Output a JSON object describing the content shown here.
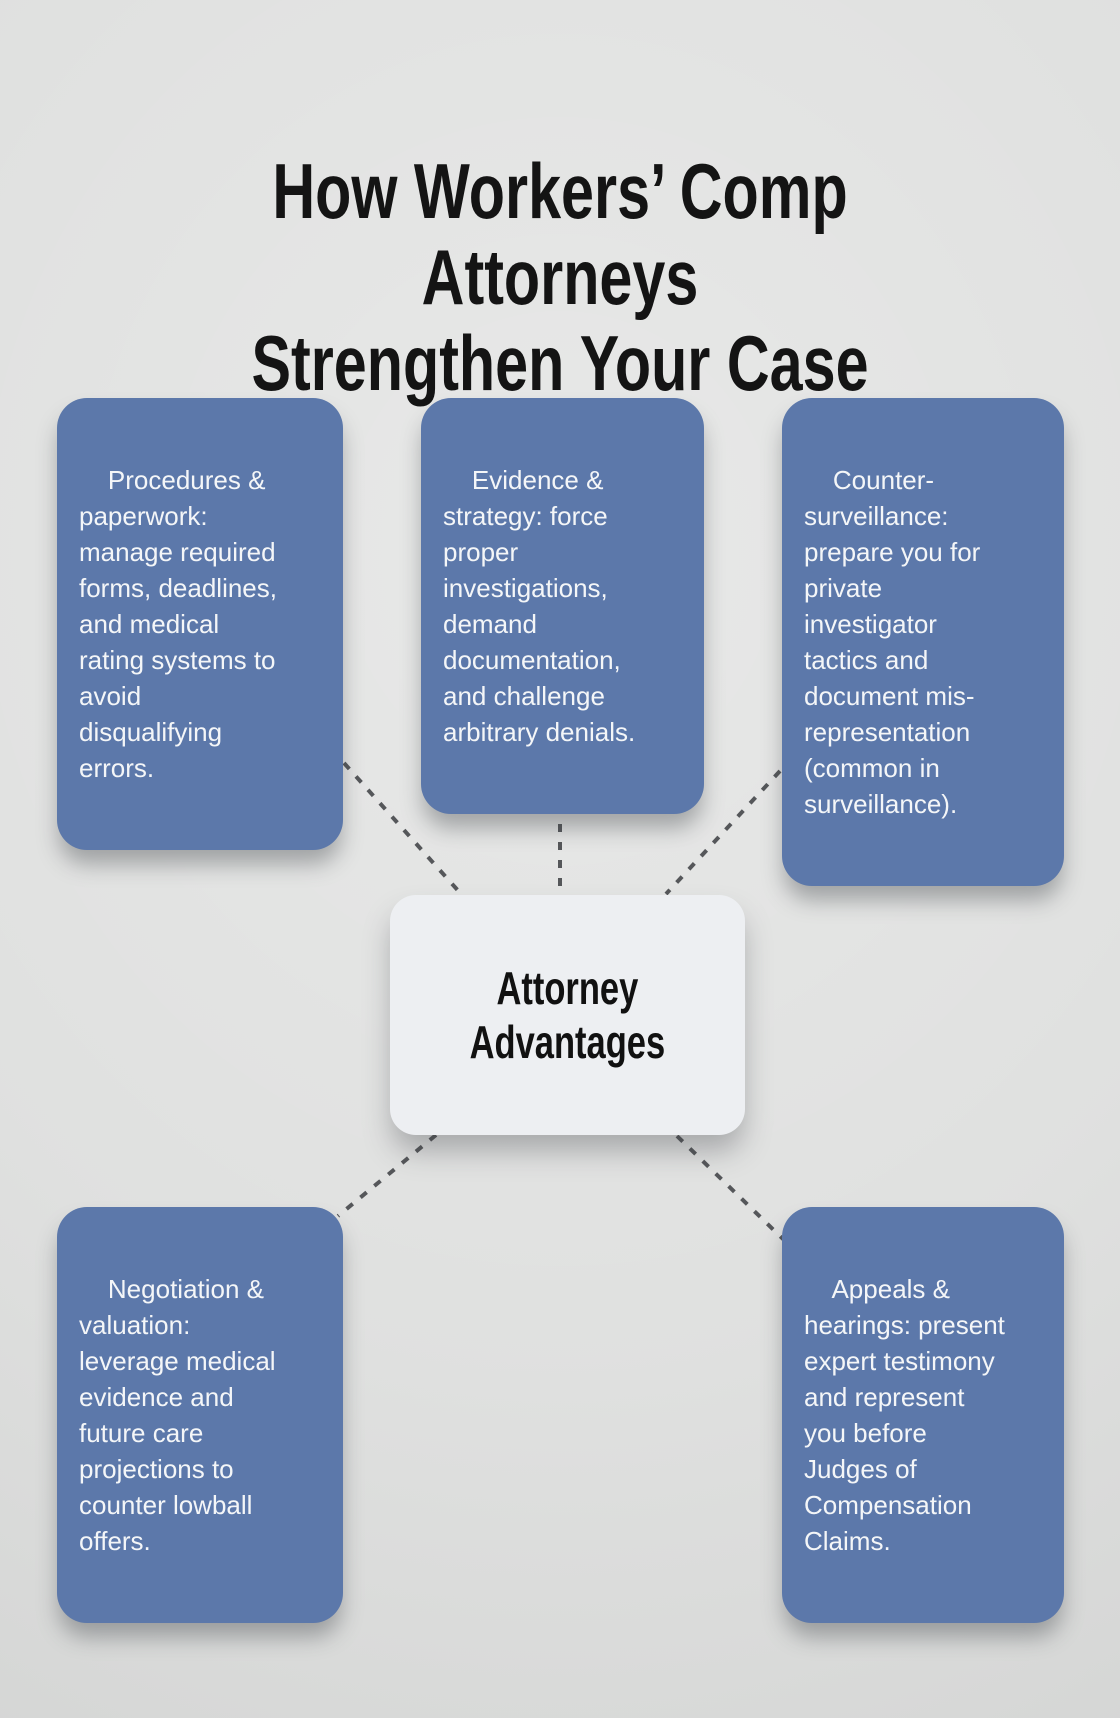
{
  "title": {
    "text": "How Workers’ Comp Attorneys\nStrengthen Your Case"
  },
  "center_node": {
    "label": "Attorney\nAdvantages"
  },
  "nodes": [
    {
      "name": "procedures-paperwork",
      "text": "Procedures &\npaperwork:\nmanage required\nforms, deadlines,\nand medical\nrating systems to\navoid\ndisqualifying\nerrors."
    },
    {
      "name": "evidence-strategy",
      "text": "Evidence &\nstrategy: force\nproper\ninvestigations,\ndemand\ndocumentation,\nand challenge\narbitrary denials."
    },
    {
      "name": "counter-surveillance",
      "text": "Counter-\nsurveillance:\nprepare you for\nprivate\ninvestigator\ntactics and\ndocument mis-\nrepresentation\n(common in\nsurveillance)."
    },
    {
      "name": "negotiation-valuation",
      "text": "Negotiation &\nvaluation:\nleverage medical\nevidence and\nfuture care\nprojections to\ncounter lowball\noffers."
    },
    {
      "name": "appeals-hearings",
      "text": "Appeals &\nhearings: present\nexpert testimony\nand represent\nyou before\nJudges of\nCompensation\nClaims."
    }
  ],
  "colors": {
    "background": "#dedfde",
    "node_fill": "#5c78aa",
    "node_text": "#f4f6f8",
    "center_fill": "#edeff2",
    "center_text": "#111111",
    "title_text": "#141414",
    "connector": "#55575a"
  }
}
